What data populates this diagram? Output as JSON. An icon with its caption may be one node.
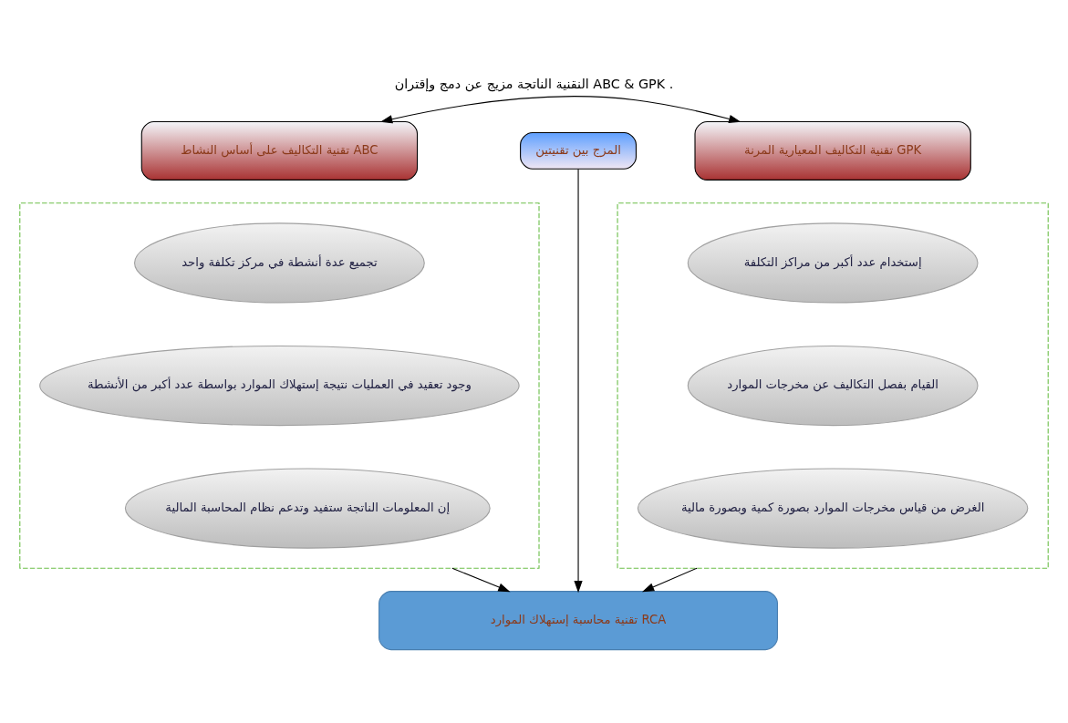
{
  "diagram": {
    "title": "النقنية الناتجة مزيج عن دمج وإقتران ABC & GPK .",
    "nodes": [
      {
        "text": [
          "تقنية التكاليف على أساس النشاط ABC"
        ]
      },
      {
        "text": [
          "المزج بين تقنيتين"
        ]
      },
      {
        "text": [
          "تقنية التكاليف المعيارية المرنة GPK"
        ]
      },
      {
        "text": [],
        "shape": "box"
      },
      {
        "text": [
          "تجميع عدة أنشطة في مركز تكلفة واحد"
        ],
        "in": 3
      },
      {
        "text": [
          "وجود تعقيد في العمليات نتيجة إستهلاك الموارد بواسطة عدد أكبر من الأنشطة"
        ],
        "in": 3
      },
      {
        "text": [
          "إن المعلومات الناتجة ستفيد وتدعم نظام المحاسبة المالية"
        ],
        "in": 3
      },
      {
        "text": [],
        "shape": "box"
      },
      {
        "text": [
          "إستخدام عدد أكبر من مراكز التكلفة"
        ],
        "in": 7
      },
      {
        "text": [
          "القيام بفصل التكاليف عن مخرجات الموارد"
        ],
        "in": 7
      },
      {
        "text": [
          "الغرض من قياس مخرجات الموارد بصورة كمية وبصورة مالية"
        ],
        "in": 7
      },
      {
        "text": [
          "تقنية محاسبة إستهلاك الموارد RCA"
        ]
      }
    ],
    "edges": [
      {
        "from": 0,
        "to": 2,
        "arrow": "both"
      },
      {
        "from": 1,
        "to": 11,
        "arrow": "to"
      },
      {
        "from": 3,
        "to": 11,
        "arrow": "to"
      },
      {
        "from": 7,
        "to": 11,
        "arrow": "to"
      }
    ]
  }
}
